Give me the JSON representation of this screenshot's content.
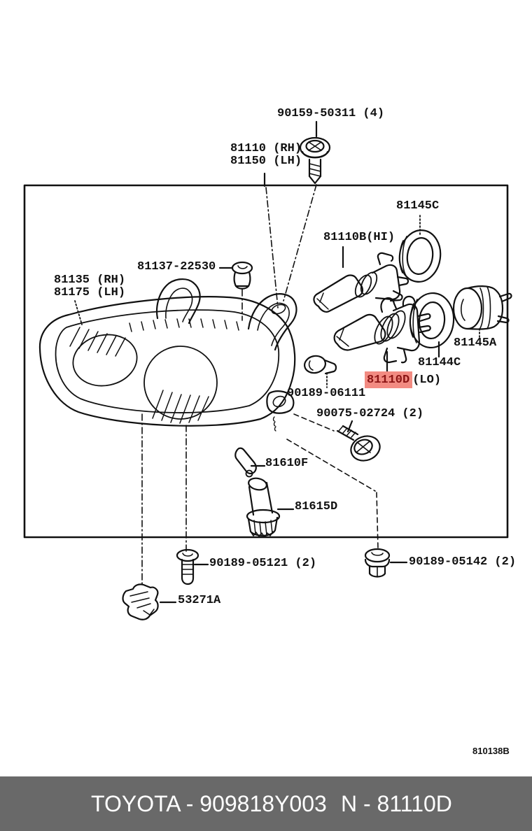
{
  "parts": {
    "screw_top": "90159-50311 (4)",
    "unit_rh": "81110 (RH)",
    "unit_lh": "81150 (LH)",
    "seal_hi": "81145C",
    "bulb_hi": "81110B(HI)",
    "bolt_2530": "81137-22530",
    "housing_rh": "81135 (RH)",
    "housing_lh": "81175 (LH)",
    "cap_lo": "81145A",
    "seal_lo": "81144C",
    "bulb_lo": "81110D",
    "bulb_lo_beam": "(LO)",
    "bolt_6111": "90189-06111",
    "screw_2724": "90075-02724 (2)",
    "bulb_clearance": "81610F",
    "socket_clearance": "81615D",
    "screw_5121": "90189-05121 (2)",
    "grommet_5142": "90189-05142 (2)",
    "clip_53271": "53271A"
  },
  "doc_code": "810138B",
  "footer": {
    "left": "TOYOTA - 909818Y003",
    "right": "N - 81110D"
  },
  "colors": {
    "highlight_bg": "#F28B82",
    "highlight_text": "#8B1414",
    "footer_bg": "#696969",
    "line": "#111111"
  }
}
